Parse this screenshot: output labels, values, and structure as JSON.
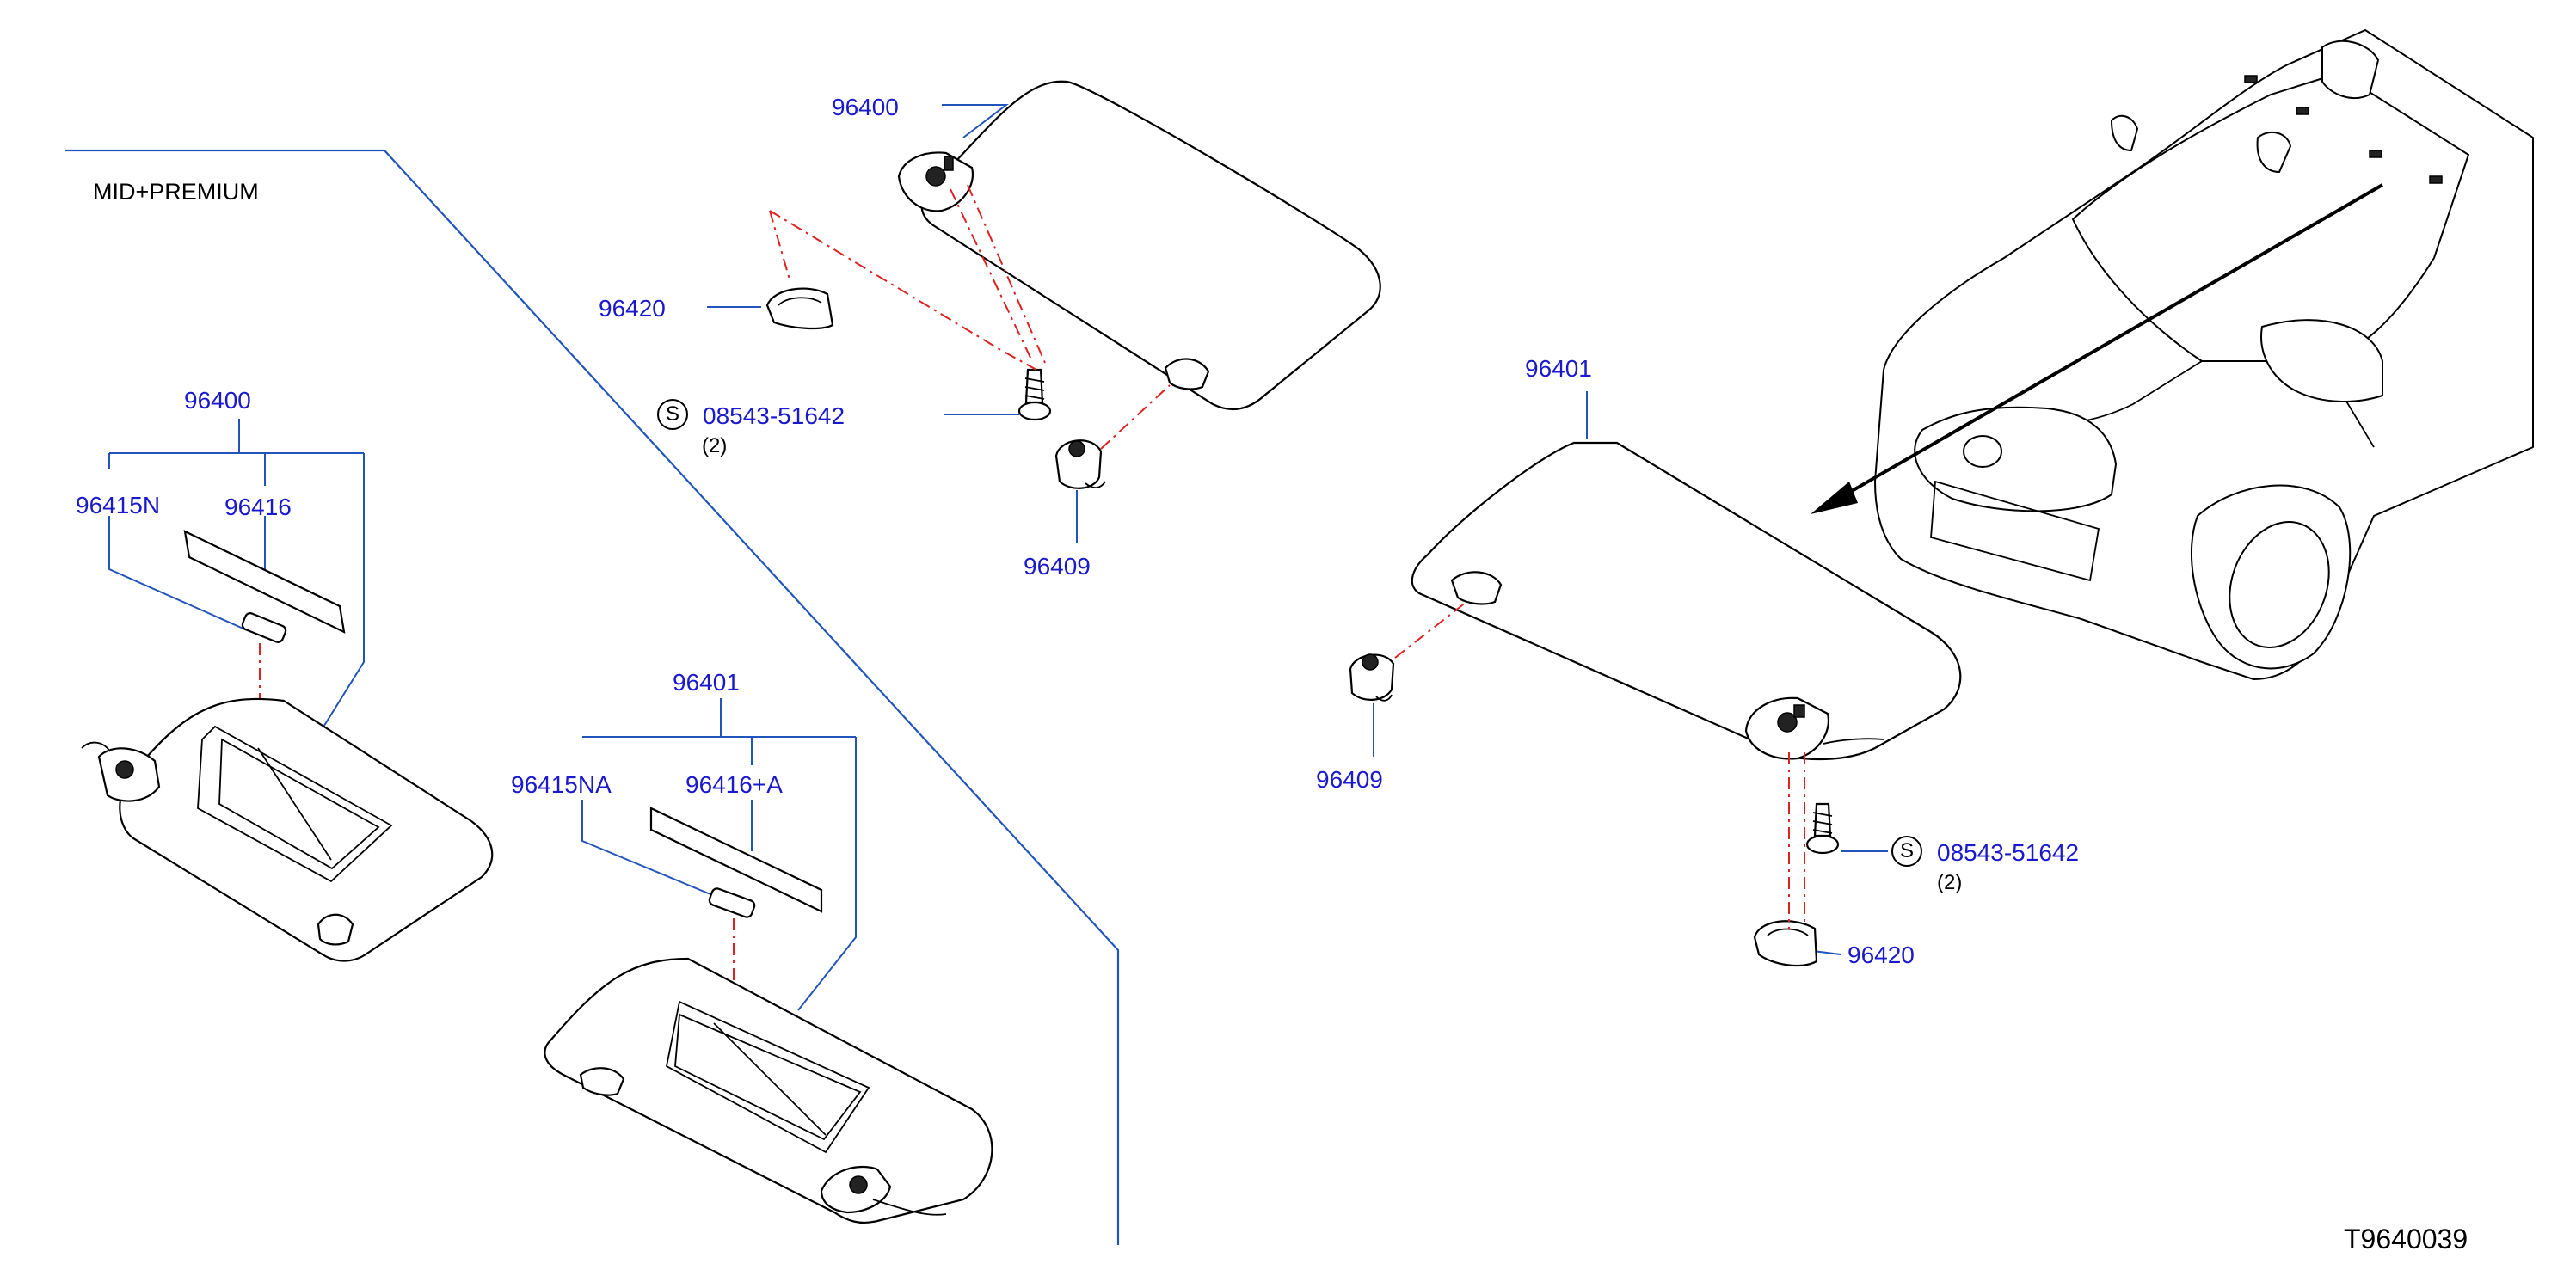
{
  "diagram": {
    "variant_label": "MID+PREMIUM",
    "drawing_number": "T9640039",
    "screw_symbol": "S",
    "left_group": {
      "driver_visor": {
        "part": "96400",
        "cap_part": "96415N",
        "strip_part": "96416"
      },
      "passenger_visor": {
        "part": "96401",
        "cap_part": "96415NA",
        "strip_part": "96416+A"
      }
    },
    "center_group": {
      "visor_part": "96400",
      "cover_part": "96420",
      "screw_part": "08543-51642",
      "screw_qty": "(2)",
      "holder_part": "96409"
    },
    "right_group": {
      "visor_part": "96401",
      "holder_part": "96409",
      "screw_part": "08543-51642",
      "screw_qty": "(2)",
      "cover_part": "96420"
    },
    "colors": {
      "callout": "#1a1acc",
      "leader": "#2255bb",
      "centerline": "#dd2222",
      "outline": "#000000"
    }
  }
}
